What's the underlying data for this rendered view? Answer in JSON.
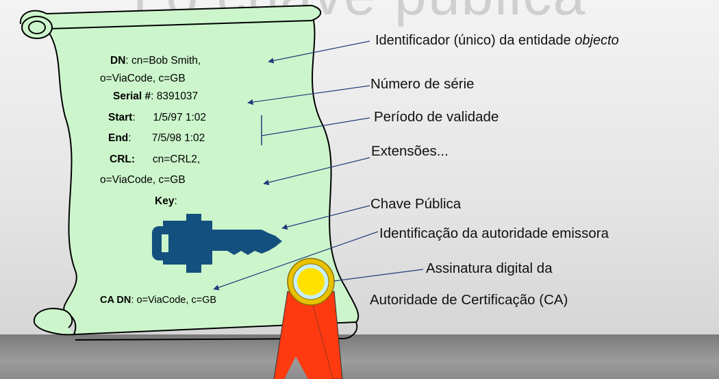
{
  "page": {
    "title": "Lo chave pública"
  },
  "certificate": {
    "dn_label": "DN",
    "dn_value_1": ": cn=Bob Smith,",
    "dn_value_2": "o=ViaCode, c=GB",
    "serial_label": "Serial #",
    "serial_value": ": 8391037",
    "start_label": "Start",
    "start_value": ":      1/5/97 1:02",
    "end_label": "End",
    "end_value": ":       7/5/98 1:02",
    "crl_label": "CRL:",
    "crl_value": "      cn=CRL2,",
    "crl_value_2": "o=ViaCode, c=GB",
    "key_label": "Key",
    "key_colon": ":",
    "ca_dn_label": "CA DN",
    "ca_dn_value": ": o=ViaCode, c=GB"
  },
  "annotations": {
    "identifier": "Identificador (único) da entidade ",
    "identifier_italic": "objecto",
    "serial": "Número de série",
    "validity": "Período de validade",
    "extensions": "Extensões...",
    "public_key": "Chave Pública",
    "issuer": "Identificação da autoridade emissora",
    "signature_line1": "Assinatura digital da",
    "signature_line2": "Autoridade de Certificação (CA)"
  },
  "colors": {
    "scroll_fill": "#ccf5cc",
    "key_fill": "#14507e",
    "arrow": "#1f3c7a",
    "ribbon": "#ff3a10",
    "seal": "#ffd800"
  }
}
